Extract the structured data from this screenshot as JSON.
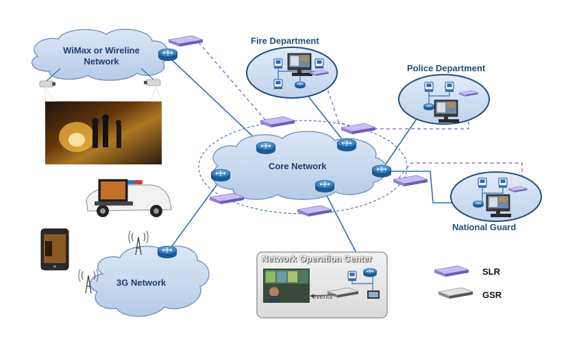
{
  "clouds": {
    "wimax": {
      "line1": "WiMax or Wireline",
      "line2": "Network"
    },
    "core": "Core Network",
    "threeg": "3G Network"
  },
  "sites": {
    "fire": "Fire Department",
    "police": "Police Department",
    "guard": "National Guard"
  },
  "noc": {
    "title": "Network Operation Center",
    "events": "events"
  },
  "legend": {
    "slr": "SLR",
    "gsr": "GSR"
  },
  "colors": {
    "cloud_fill": "#c9daf0",
    "cloud_stroke": "#7a95c4",
    "link": "#2f6bb0",
    "dashed": "#9b6fd6",
    "router": "#2f7fc1",
    "slr": "#8f7fd0",
    "gsr": "#8a8a8a"
  }
}
